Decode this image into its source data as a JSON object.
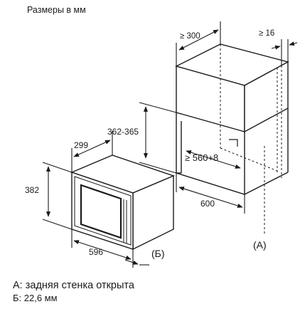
{
  "title": "Размеры в мм",
  "dims": {
    "cabinet_depth": "≥ 300",
    "cabinet_rear_gap": "≥ 16",
    "opening_height": "362-365",
    "appliance_depth": "299",
    "opening_width_depth": "≥ 560+8",
    "appliance_height": "382",
    "opening_depth": "600",
    "appliance_width": "596"
  },
  "labels": {
    "marker_a": "(A)",
    "marker_b": "(Б)"
  },
  "legend": {
    "a": "A: задняя стенка открыта",
    "b": "Б: 22,6 мм"
  }
}
